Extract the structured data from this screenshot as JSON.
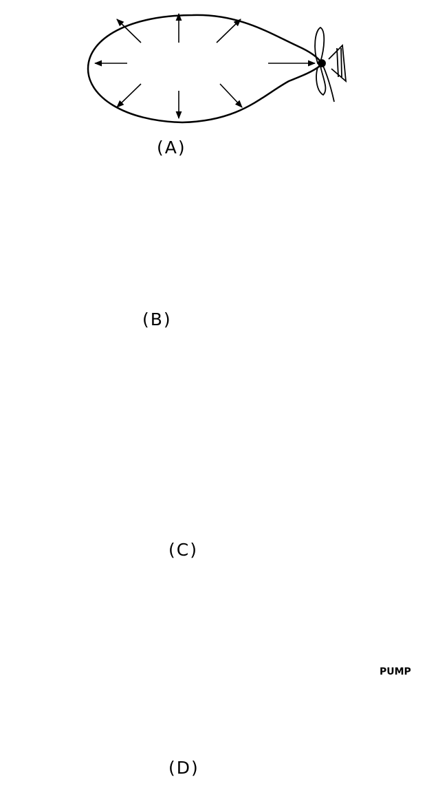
{
  "figure": {
    "panels": [
      {
        "label": "(A)"
      },
      {
        "label": "(B)"
      },
      {
        "label": "(C)"
      },
      {
        "label": "(D)"
      }
    ],
    "pump_label": "PUMP"
  }
}
